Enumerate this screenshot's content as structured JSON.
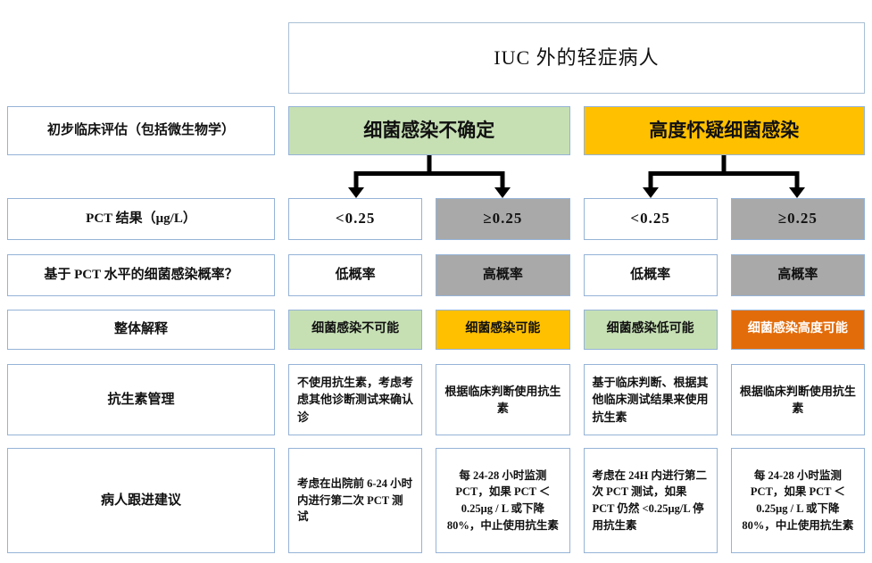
{
  "title": "IUC 外的轻症病人",
  "row_labels": {
    "assessment": "初步临床评估（包括微生物学）",
    "pct": "PCT 结果（μg/L）",
    "probability": "基于 PCT 水平的细菌感染概率？",
    "interpretation": "整体解释",
    "management": "抗生素管理",
    "followup": "病人跟进建议"
  },
  "branches": [
    {
      "label": "细菌感染不确定"
    },
    {
      "label": "高度怀疑细菌感染"
    }
  ],
  "columns": [
    {
      "pct": "<0.25",
      "probability": "低概率",
      "interpretation": "细菌感染不可能",
      "management": "不使用抗生素，考虑考虑其他诊断测试来确认诊",
      "followup": "考虑在出院前 6-24 小时内进行第二次 PCT 测试"
    },
    {
      "pct": "≥0.25",
      "probability": "高概率",
      "interpretation": "细菌感染可能",
      "management": "根据临床判断使用抗生素",
      "followup": "每 24-28 小时监测 PCT，如果 PCT ＜ 0.25μg / L 或下降 80%，中止使用抗生素"
    },
    {
      "pct": "<0.25",
      "probability": "低概率",
      "interpretation": "细菌感染低可能",
      "management": "基于临床判断、根据其他临床测试结果来使用抗生素",
      "followup": "考虑在 24H 内进行第二次 PCT 测试，如果 PCT 仍然 <0.25μg/L 停用抗生素"
    },
    {
      "pct": "≥0.25",
      "probability": "高概率",
      "interpretation": "细菌感染高度可能",
      "management": "根据临床判断使用抗生素",
      "followup": "每 24-28 小时监测 PCT，如果 PCT ＜ 0.25μg / L 或下降 80%，中止使用抗生素"
    }
  ],
  "colors": {
    "green": "#c6e0b4",
    "amber": "#ffc000",
    "dark_orange": "#e36c0a",
    "gray": "#a9a9a9",
    "border_blue": "#95b3d7"
  }
}
